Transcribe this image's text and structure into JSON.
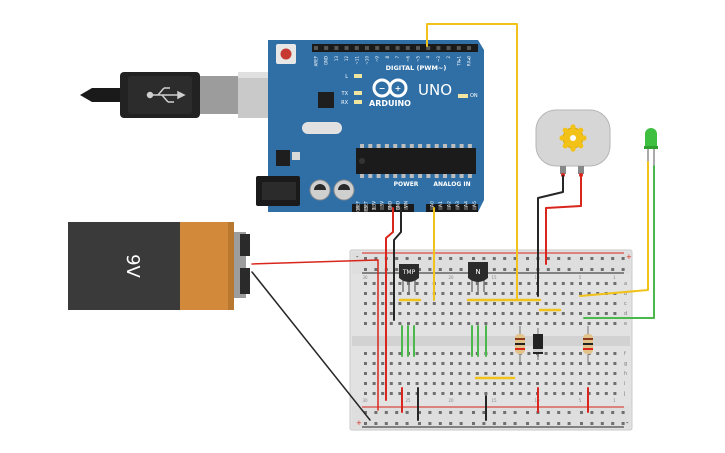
{
  "arduino": {
    "logo_text": "ARDUINO",
    "model": "UNO",
    "digital_label": "DIGITAL (PWM~)",
    "power_label": "POWER",
    "analog_label": "ANALOG IN",
    "on_label": "ON",
    "led_labels": [
      "L",
      "TX",
      "RX"
    ],
    "digital_pins": [
      "AREF",
      "GND",
      "13",
      "12",
      "~11",
      "~10",
      "~9",
      "8",
      "7",
      "~6",
      "~5",
      "4",
      "~3",
      "2",
      "TX▸1",
      "RX◂0"
    ],
    "power_pins": [
      "IOREF",
      "RESET",
      "3.3V",
      "5V",
      "GND",
      "GND",
      "VIN"
    ],
    "analog_pins": [
      "A0",
      "A1",
      "A2",
      "A3",
      "A4",
      "A5"
    ],
    "colors": {
      "board": "#2f6fa6",
      "board_dark": "#1d4f80"
    }
  },
  "battery": {
    "label": "9V",
    "colors": {
      "body": "#3a3a3a",
      "label": "#d28a3a"
    }
  },
  "tmp_sensor": {
    "label": "TMP"
  },
  "transistor": {
    "label": "N"
  },
  "motor": {
    "colors": {
      "body": "#d6d6d6",
      "gear": "#f2c218"
    }
  },
  "led": {
    "color": "#3fbf3f"
  },
  "breadboard": {
    "row_letters_top": [
      "a",
      "b",
      "c",
      "d",
      "e"
    ],
    "row_letters_bottom": [
      "f",
      "g",
      "h",
      "i",
      "j"
    ],
    "column_numbers": [
      "30",
      "25",
      "20",
      "15",
      "10",
      "5",
      "1"
    ],
    "rail_plus": "+",
    "rail_minus": "-"
  },
  "wire_colors": {
    "red": "#d9261c",
    "black": "#262626",
    "yellow": "#f0c21a",
    "green": "#4cb84c"
  }
}
